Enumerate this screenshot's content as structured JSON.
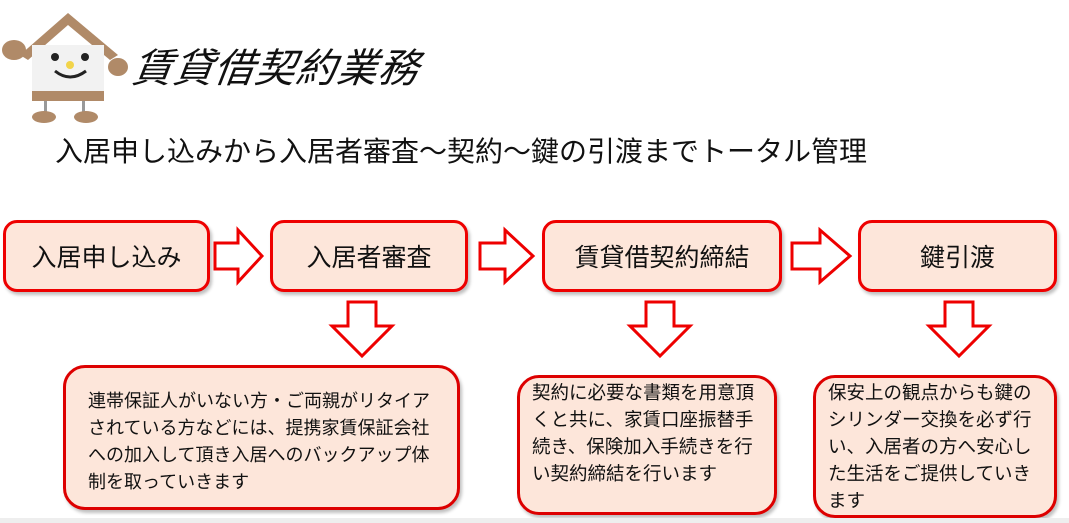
{
  "title": "賃貸借契約業務",
  "subtitle": "入居申し込みから入居者審査〜契約〜鍵の引渡までトータル管理",
  "steps": [
    {
      "label": "入居申し込み"
    },
    {
      "label": "入居者審査"
    },
    {
      "label": "賃貸借契約締結"
    },
    {
      "label": "鍵引渡"
    }
  ],
  "notes": [
    {
      "text": "連帯保証人がいない方・ご両親がリタイアされている方などには、提携家賃保証会社への加入して頂き入居へのバックアップ体制を取っていきます"
    },
    {
      "text": "契約に必要な書類を用意頂くと共に、家賃口座振替手続き、保険加入手続きを行い契約締結を行います"
    },
    {
      "text": "保安上の観点からも鍵のシリンダー交換を必ず行い、入居者の方へ安心した生活をご提供していきます"
    }
  ],
  "colors": {
    "border": "#e00000",
    "fill": "#fde6da"
  }
}
